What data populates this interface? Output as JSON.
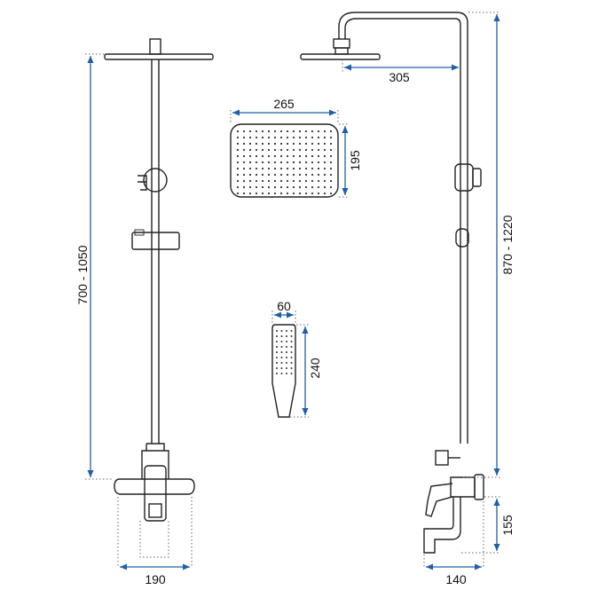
{
  "dimensions": {
    "left_height": "700 - 1050",
    "left_base_width": "190",
    "head_width": "265",
    "head_depth": "195",
    "hand_width": "60",
    "hand_length": "240",
    "arm_reach": "305",
    "right_height": "870 - 1220",
    "spout_height": "155",
    "spout_depth": "140"
  },
  "colors": {
    "dimension_line": "#1f5fa8",
    "outline": "#222222"
  }
}
